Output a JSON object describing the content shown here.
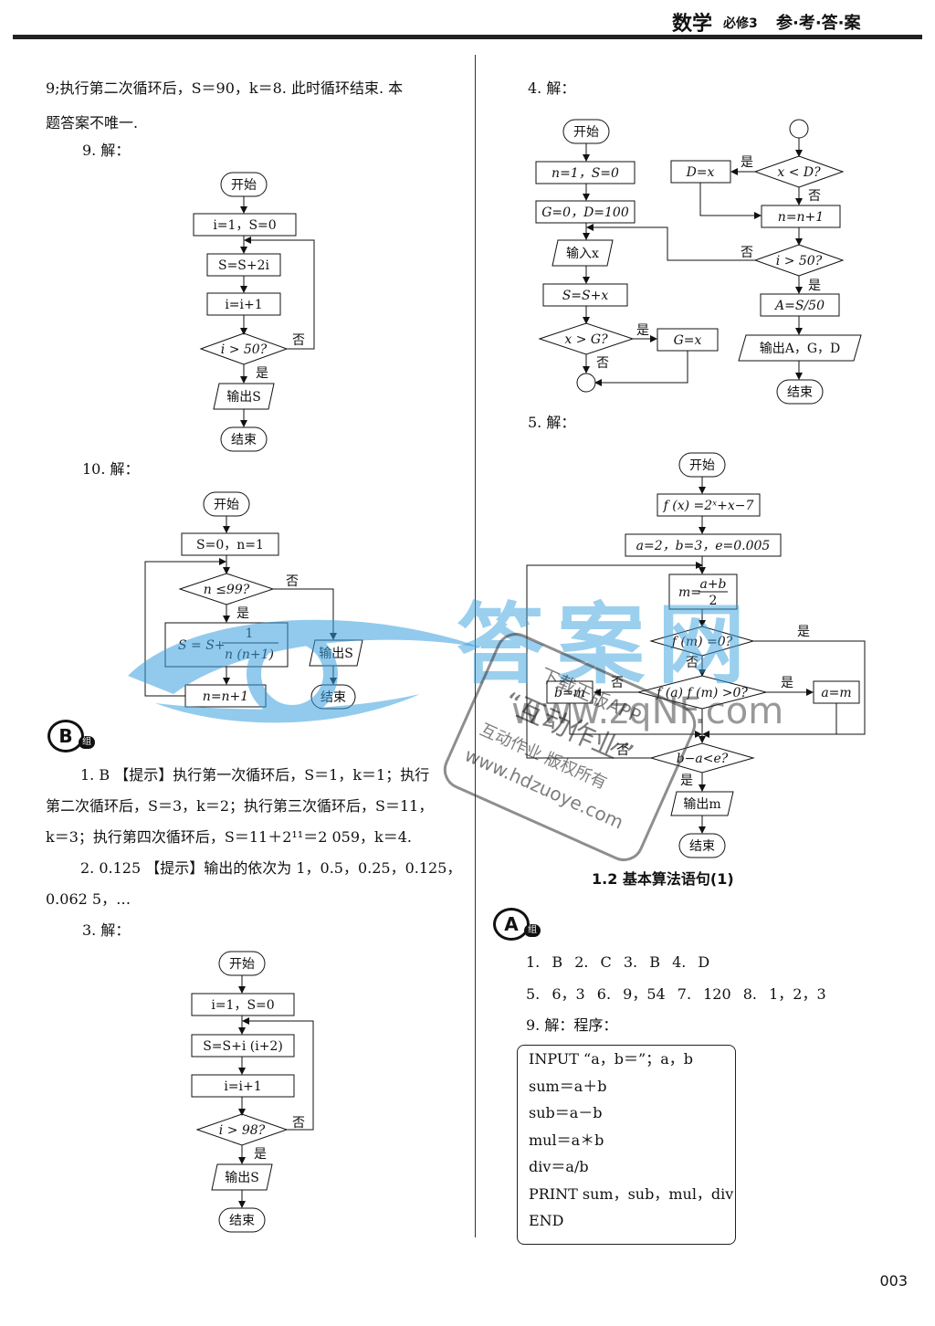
{
  "header": {
    "subject": "数学",
    "book": "必修3",
    "section": "参·考·答·案"
  },
  "left": {
    "line1": "9;执行第二次循环后，S＝90，k＝8. 此时循环结束. 本",
    "line2": "题答案不唯一.",
    "q9_label": "9. 解：",
    "q10_label": "10. 解：",
    "groupB_badge": "B",
    "groupB_sub": "组",
    "b1_line1": "1. B 【提示】执行第一次循环后，S＝1，k＝1；执行",
    "b1_line2": "第二次循环后，S＝3，k＝2；执行第三次循环后，S＝11，",
    "b1_line3": "k＝3；执行第四次循环后，S＝11＋2¹¹＝2 059，k＝4.",
    "b2_line1": "2. 0.125 【提示】输出的依次为 1，0.5，0.25，0.125，",
    "b2_line2": "0.062 5，…",
    "b3_label": "3. 解："
  },
  "right": {
    "q4_label": "4. 解：",
    "q5_label": "5. 解：",
    "section_title": "1.2 基本算法语句(1)",
    "groupA_badge": "A",
    "groupA_sub": "组",
    "answers_line1": "1. B 2. C 3. B 4. D",
    "answers_line2": "5. 6，3 6. 9，54 7. 120 8. 1，2，3",
    "q9_label": "9. 解：程序：",
    "code": [
      "INPUT “a，b＝”；a，b",
      "sum＝a＋b",
      "sub＝a－b",
      "mul＝a＊b",
      "div＝a/b",
      "PRINT sum，sub，mul，div",
      "END"
    ]
  },
  "fc9": {
    "start": "开始",
    "init": "i=1，S=0",
    "step1": "S=S+2i",
    "step2": "i=i+1",
    "cond": "i > 50?",
    "no": "否",
    "yes": "是",
    "output": "输出S",
    "end": "结束"
  },
  "fc10": {
    "start": "开始",
    "init": "S=0，n=1",
    "cond": "n ≤99?",
    "no": "否",
    "yes": "是",
    "step1_lhs": "S = S+",
    "step1_num": "1",
    "step1_den": "n (n+1)",
    "step2": "n=n+1",
    "output": "输出S",
    "end": "结束"
  },
  "fcB3": {
    "start": "开始",
    "init": "i=1，S=0",
    "step1": "S=S+i (i+2)",
    "step2": "i=i+1",
    "cond": "i > 98?",
    "no": "否",
    "yes": "是",
    "output": "输出S",
    "end": "结束"
  },
  "fc4": {
    "start": "开始",
    "init1": "n=1，S=0",
    "init2": "G=0，D=100",
    "input": "输入x",
    "sum": "S=S+x",
    "condG": "x > G?",
    "yes1": "是",
    "assignG": "G=x",
    "no1": "否",
    "condD": "x < D?",
    "yes2": "是",
    "assignD": "D=x",
    "no2": "否",
    "incr": "n=n+1",
    "condN": "i > 50?",
    "no3": "否",
    "yes3": "是",
    "avg": "A=S/50",
    "output": "输出A，G，D",
    "end": "结束"
  },
  "fc5": {
    "start": "开始",
    "func": "f (x) =2ˣ+x−7",
    "init": "a=2，b=3，e=0.005",
    "mid_lhs": "m=",
    "mid_num": "a+b",
    "mid_den": "2",
    "cond1": "f (m) =0?",
    "yes1": "是",
    "no1": "否",
    "cond2": "f (a) f (m) >0?",
    "yes2": "是",
    "no2": "否",
    "assignA": "a=m",
    "assignB": "b=m",
    "cond3": "b−a<e?",
    "yes3": "是",
    "no3": "否",
    "output": "输出m",
    "end": "结束"
  },
  "watermark": {
    "big": "答案网",
    "domain": "www.zqNF.com",
    "stamp_line1": "下载正版APP",
    "stamp_line2": "“互动作业”",
    "stamp_line3": "互动作业 版权所有",
    "stamp_line4": "www.hdzuoye.com"
  },
  "page_number": "003"
}
